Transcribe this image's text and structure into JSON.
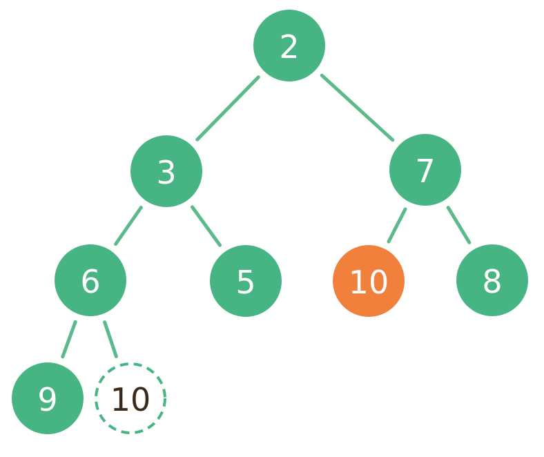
{
  "colors": {
    "node_fill": "#47b583",
    "highlight_fill": "#f0803c",
    "edge": "#5bb98a",
    "node_text": "#ffffff",
    "ghost_text": "#3b2a1a",
    "ghost_border": "#47b583"
  },
  "nodes": [
    {
      "id": "n2",
      "label": "2",
      "style": "normal"
    },
    {
      "id": "n3",
      "label": "3",
      "style": "normal"
    },
    {
      "id": "n7",
      "label": "7",
      "style": "normal"
    },
    {
      "id": "n6",
      "label": "6",
      "style": "normal"
    },
    {
      "id": "n5",
      "label": "5",
      "style": "normal"
    },
    {
      "id": "n10",
      "label": "10",
      "style": "highlight"
    },
    {
      "id": "n8",
      "label": "8",
      "style": "normal"
    },
    {
      "id": "n9",
      "label": "9",
      "style": "normal"
    },
    {
      "id": "n10b",
      "label": "10",
      "style": "ghost"
    }
  ],
  "edges": [
    {
      "from": "n2",
      "to": "n3"
    },
    {
      "from": "n2",
      "to": "n7"
    },
    {
      "from": "n3",
      "to": "n6"
    },
    {
      "from": "n3",
      "to": "n5"
    },
    {
      "from": "n7",
      "to": "n10"
    },
    {
      "from": "n7",
      "to": "n8"
    },
    {
      "from": "n6",
      "to": "n9"
    },
    {
      "from": "n6",
      "to": "n10b"
    }
  ]
}
